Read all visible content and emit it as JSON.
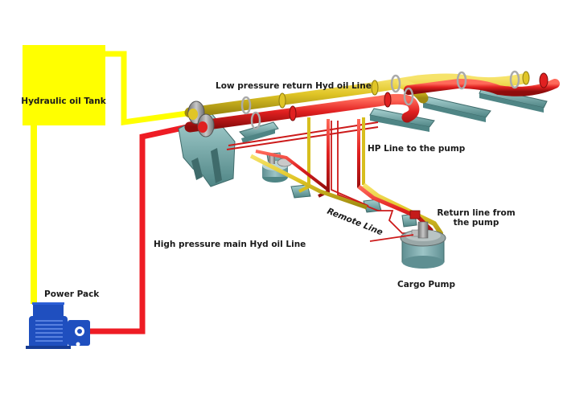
{
  "title": "Hydraulic cargo pump system",
  "colors": {
    "low_pressure_line": "#ffff00",
    "high_pressure_line": "#ee1c24",
    "pipe_yellow_3d": "#d8c020",
    "pipe_red_3d": "#d42020",
    "tank": "#ffff00",
    "power_pack": "#1f4fbf",
    "support_steel": "#7fb6b6",
    "pump_body": "#7aa8ac"
  },
  "components": {
    "tank": {
      "label": "Hydraulic oil Tank"
    },
    "power_pack": {
      "label": "Power Pack"
    },
    "cargo_pump": {
      "label": "Cargo Pump"
    }
  },
  "lines": {
    "low_pressure_return": {
      "label": "Low pressure return Hyd oil Line"
    },
    "high_pressure_main": {
      "label": "High pressure main Hyd oil Line"
    },
    "hp_to_pump": {
      "label": "HP Line to the pump"
    },
    "remote": {
      "label": "Remote Line"
    },
    "return_from_pump": {
      "label_line1": "Return line from",
      "label_line2": "the pump"
    }
  }
}
